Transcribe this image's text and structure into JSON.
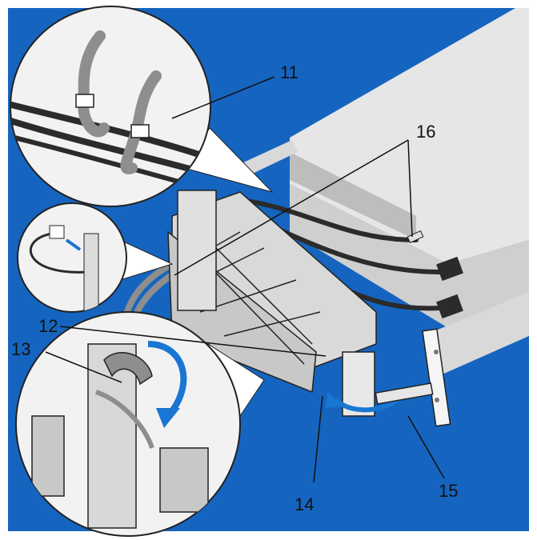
{
  "colors": {
    "background": "#1565c0",
    "frame": "#ffffff",
    "chassis_top": "#e6e6e6",
    "chassis_side": "#cfcfcf",
    "metal_light": "#d9d9d9",
    "metal_mid": "#9a9a9a",
    "metal_dark": "#4a4a4a",
    "cable_dark": "#2b2b2b",
    "strap_gray": "#8e8e8e",
    "arrow_blue": "#1976d2",
    "inset_fill": "#f2f2f2",
    "line": "#111111"
  },
  "callouts": [
    {
      "id": "11",
      "label": "11",
      "target": "hook-and-loop strap detail"
    },
    {
      "id": "12",
      "label": "12",
      "target": "cable management arm basket"
    },
    {
      "id": "13",
      "label": "13",
      "target": "strap wrap detail"
    },
    {
      "id": "14",
      "label": "14",
      "target": "arm hinge"
    },
    {
      "id": "15",
      "label": "15",
      "target": "rail connector"
    },
    {
      "id": "16",
      "label": "16",
      "target": "cable tie points"
    }
  ],
  "insets": [
    {
      "name": "strap-detail-inset",
      "depicts": "cables bundled with hook-and-loop straps"
    },
    {
      "name": "connector-detail-inset",
      "depicts": "cable connector being attached"
    },
    {
      "name": "wrap-detail-inset",
      "depicts": "strap wrapped around arm with rotation arrow"
    }
  ]
}
